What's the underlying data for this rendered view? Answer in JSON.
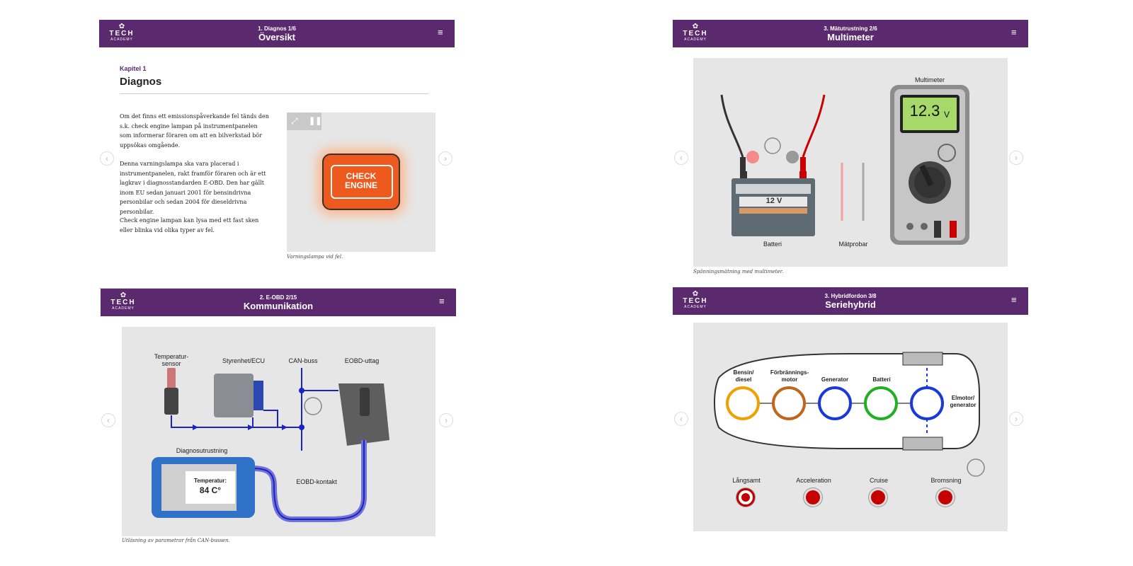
{
  "brand": {
    "line1": "TECH",
    "line2": "ACADEMY"
  },
  "colors": {
    "header": "#5b2a6e",
    "accent": "#5b2a6e",
    "can_line": "#1b23c7"
  },
  "p1": {
    "header_sub": "1. Diagnos 1/6",
    "header_title": "Översikt",
    "chapter": "Kapitel 1",
    "title": "Diagnos",
    "paragraphs": [
      "Om det finns ett emissionspåverkande fel tänds den s.k. check engine lampan på instrumentpanelen som informerar föraren om att en bilverkstad bör uppsökas omgående.",
      "Denna varningslampa ska vara placerad i instrumentpanelen, rakt framför föraren och är ett lagkrav i diagnosstandarden E-OBD. Den har gällt inom EU sedan januari 2001 för bensindrivna personbilar och sedan 2004 för dieseldrivna personbilar.",
      "Check engine lampan kan lysa med ett fast sken eller blinka vid olika typer av fel."
    ],
    "lamp_text_1": "CHECK",
    "lamp_text_2": "ENGINE",
    "caption": "Varningslampa vid fel."
  },
  "p2": {
    "header_sub": "3. Mätutrustning 2/6",
    "header_title": "Multimeter",
    "battery_voltage": "12 V",
    "display_value": "12.3",
    "display_unit": "V",
    "labels": {
      "multimeter": "Multimeter",
      "battery": "Batteri",
      "probes": "Mätprobar"
    },
    "caption": "Spänningsmätning med multimeter."
  },
  "p3": {
    "header_sub": "2. E-OBD 2/15",
    "header_title": "Kommunikation",
    "labels": {
      "temp_sensor_1": "Temperatur-",
      "temp_sensor_2": "sensor",
      "ecu": "Styrenhet/ECU",
      "can": "CAN-buss",
      "eobd_port": "EOBD-uttag",
      "diag_equipment": "Diagnosutrustning",
      "eobd_connector": "EOBD-kontakt"
    },
    "screen_label": "Temperatur:",
    "screen_value": "84 C°",
    "caption": "Utläsning av parametrar från CAN-bussen."
  },
  "p4": {
    "header_sub": "3. Hybridfordon 3/8",
    "header_title": "Seriehybrid",
    "components": [
      {
        "line1": "Bensin/",
        "line2": "diesel",
        "color": "#f0a000"
      },
      {
        "line1": "Förbrännings-",
        "line2": "motor",
        "color": "#c0661a"
      },
      {
        "line1": "Generator",
        "line2": "",
        "color": "#1a3ad6"
      },
      {
        "line1": "Batteri",
        "line2": "",
        "color": "#22b022"
      },
      {
        "line1": "Elmotor/",
        "line2": "generator",
        "color": "#1a3ad6"
      }
    ],
    "modes": [
      "Långsamt",
      "Acceleration",
      "Cruise",
      "Bromsning"
    ]
  }
}
